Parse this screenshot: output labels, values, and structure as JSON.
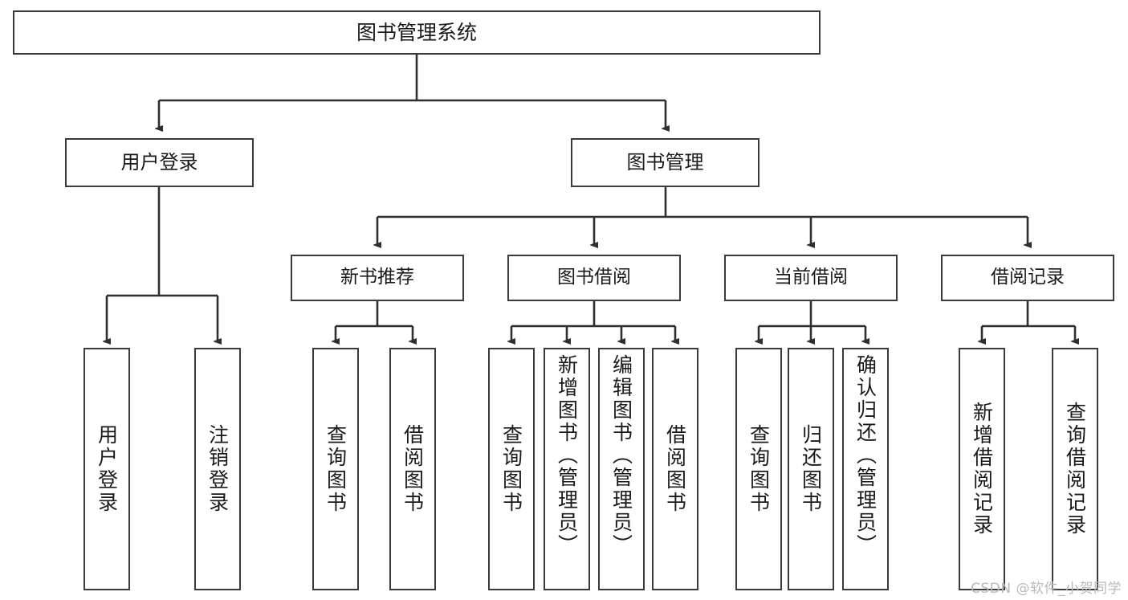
{
  "diagram": {
    "title": "图书管理系统",
    "type": "tree",
    "watermark": "CSDN @软件_小贺同学",
    "colors": {
      "box_border": "#3a3a3a",
      "box_fill": "#ffffff",
      "edge": "#2f2f2f",
      "text": "#1a1a1a",
      "watermark": "#b9b9b9",
      "background": "#ffffff"
    },
    "root": {
      "label": "图书管理系统"
    },
    "level2": [
      {
        "label": "用户登录"
      },
      {
        "label": "图书管理"
      }
    ],
    "level3": [
      {
        "label": "新书推荐"
      },
      {
        "label": "图书借阅"
      },
      {
        "label": "当前借阅"
      },
      {
        "label": "借阅记录"
      }
    ],
    "leaves": {
      "user_login": [
        {
          "label": "用户登录"
        },
        {
          "label": "注销登录"
        }
      ],
      "new_book_recommend": [
        {
          "label": "查询图书"
        },
        {
          "label": "借阅图书"
        }
      ],
      "book_borrow": [
        {
          "label": "查询图书"
        },
        {
          "label": "新增图书（管理员）"
        },
        {
          "label": "编辑图书（管理员）"
        },
        {
          "label": "借阅图书"
        }
      ],
      "current_borrow": [
        {
          "label": "查询图书"
        },
        {
          "label": "归还图书"
        },
        {
          "label": "确认归还（管理员）"
        }
      ],
      "borrow_record": [
        {
          "label": "新增借阅记录"
        },
        {
          "label": "查询借阅记录"
        }
      ]
    }
  }
}
